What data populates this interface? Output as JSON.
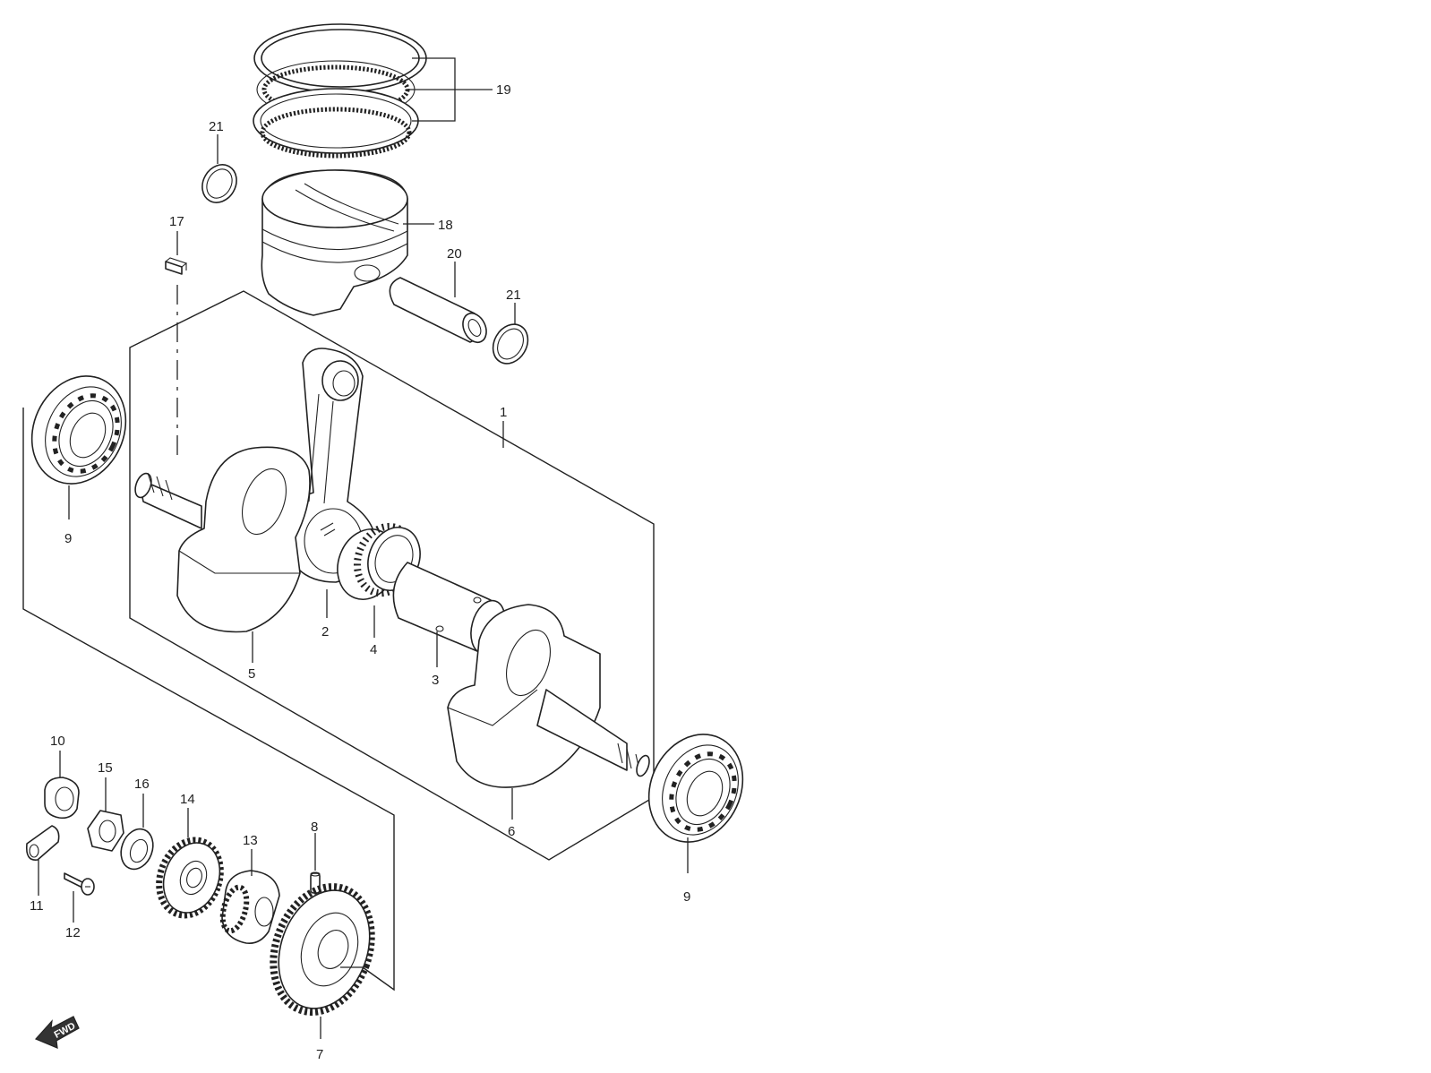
{
  "callouts": {
    "c1": "1",
    "c2": "2",
    "c3": "3",
    "c4": "4",
    "c5": "5",
    "c6": "6",
    "c7": "7",
    "c8": "8",
    "c9a": "9",
    "c9b": "9",
    "c10": "10",
    "c11": "11",
    "c12": "12",
    "c13": "13",
    "c14": "14",
    "c15": "15",
    "c16": "16",
    "c17": "17",
    "c18": "18",
    "c19": "19",
    "c20": "20",
    "c21a": "21",
    "c21b": "21"
  },
  "forward_badge": "FWD",
  "colors": {
    "line": "#222222",
    "background": "#ffffff"
  }
}
